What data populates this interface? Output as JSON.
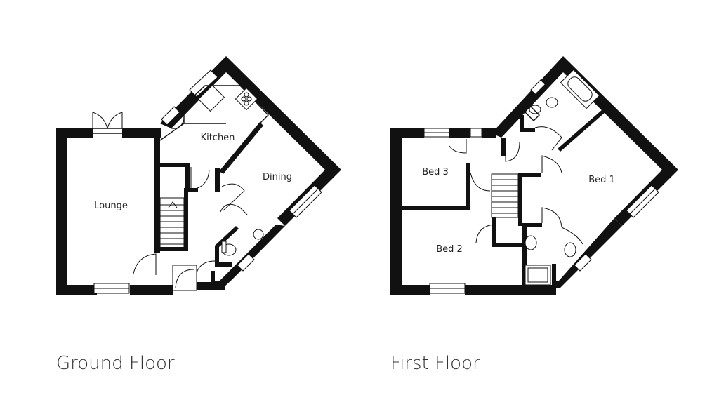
{
  "ground_floor": {
    "title": "Ground Floor",
    "rooms": {
      "lounge": "Lounge",
      "kitchen": "Kitchen",
      "dining": "Dining"
    }
  },
  "first_floor": {
    "title": "First Floor",
    "rooms": {
      "bed1": "Bed 1",
      "bed2": "Bed 2",
      "bed3": "Bed 3"
    }
  }
}
